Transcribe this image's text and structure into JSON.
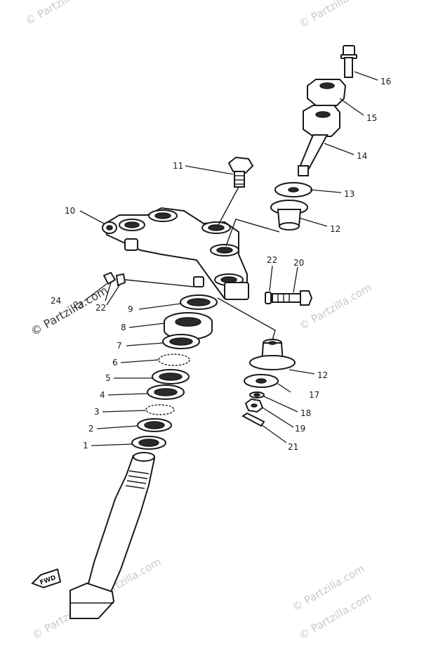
{
  "watermark": {
    "text": "© Partzilla.com",
    "text_dark": "© Partzilla.com"
  },
  "direction_tag": "FWD",
  "callouts": [
    {
      "id": "1",
      "label": "1"
    },
    {
      "id": "2",
      "label": "2"
    },
    {
      "id": "3",
      "label": "3"
    },
    {
      "id": "4",
      "label": "4"
    },
    {
      "id": "5",
      "label": "5"
    },
    {
      "id": "6",
      "label": "6"
    },
    {
      "id": "7",
      "label": "7"
    },
    {
      "id": "8",
      "label": "8"
    },
    {
      "id": "9",
      "label": "9"
    },
    {
      "id": "10",
      "label": "10"
    },
    {
      "id": "11",
      "label": "11"
    },
    {
      "id": "12a",
      "label": "12"
    },
    {
      "id": "12b",
      "label": "12"
    },
    {
      "id": "13",
      "label": "13"
    },
    {
      "id": "14",
      "label": "14"
    },
    {
      "id": "15",
      "label": "15"
    },
    {
      "id": "16",
      "label": "16"
    },
    {
      "id": "17",
      "label": "17"
    },
    {
      "id": "18",
      "label": "18"
    },
    {
      "id": "19",
      "label": "19"
    },
    {
      "id": "20",
      "label": "20"
    },
    {
      "id": "21",
      "label": "21"
    },
    {
      "id": "22a",
      "label": "22"
    },
    {
      "id": "22b",
      "label": "22"
    },
    {
      "id": "23",
      "label": "23"
    },
    {
      "id": "24",
      "label": "24"
    }
  ]
}
